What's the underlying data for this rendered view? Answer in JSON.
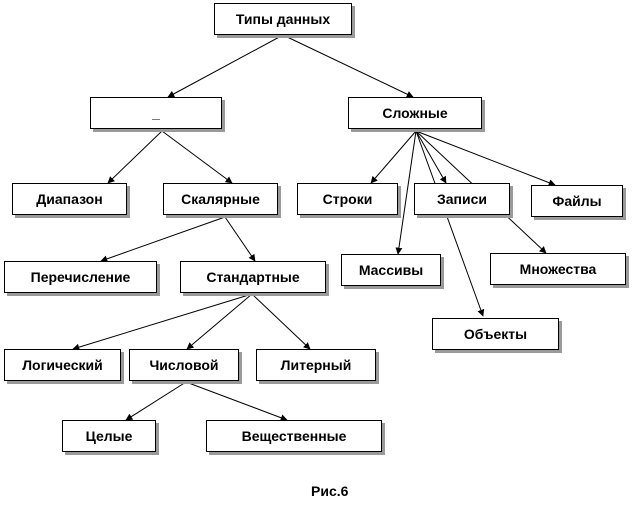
{
  "nodes": {
    "root": "Типы данных",
    "simple": "_",
    "complex": "Сложные",
    "range": "Диапазон",
    "scalar": "Скалярные",
    "strings": "Строки",
    "records": "Записи",
    "files": "Файлы",
    "enumeration": "Перечисление",
    "standard": "Стандартные",
    "arrays": "Массивы",
    "sets": "Множества",
    "objects": "Объекты",
    "logical": "Логический",
    "numeric": "Числовой",
    "literal": "Литерный",
    "integer": "Целые",
    "real": "Вещественные"
  },
  "caption": "Рис.6"
}
